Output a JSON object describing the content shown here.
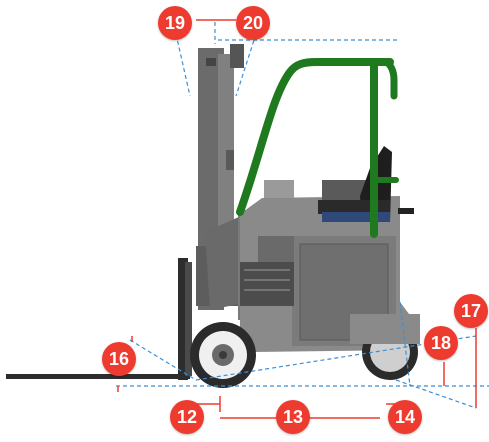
{
  "callouts": [
    {
      "label": "19"
    },
    {
      "label": "20"
    },
    {
      "label": "16"
    },
    {
      "label": "18"
    },
    {
      "label": "17"
    },
    {
      "label": "12"
    },
    {
      "label": "13"
    },
    {
      "label": "14"
    }
  ],
  "colors": {
    "callout": "#ee3b2f",
    "dimension_line": "#3b8fd6",
    "overhead_guard": "#1f7a1f",
    "body": "#6e6e6e",
    "wheel": "#2b2b2b"
  }
}
